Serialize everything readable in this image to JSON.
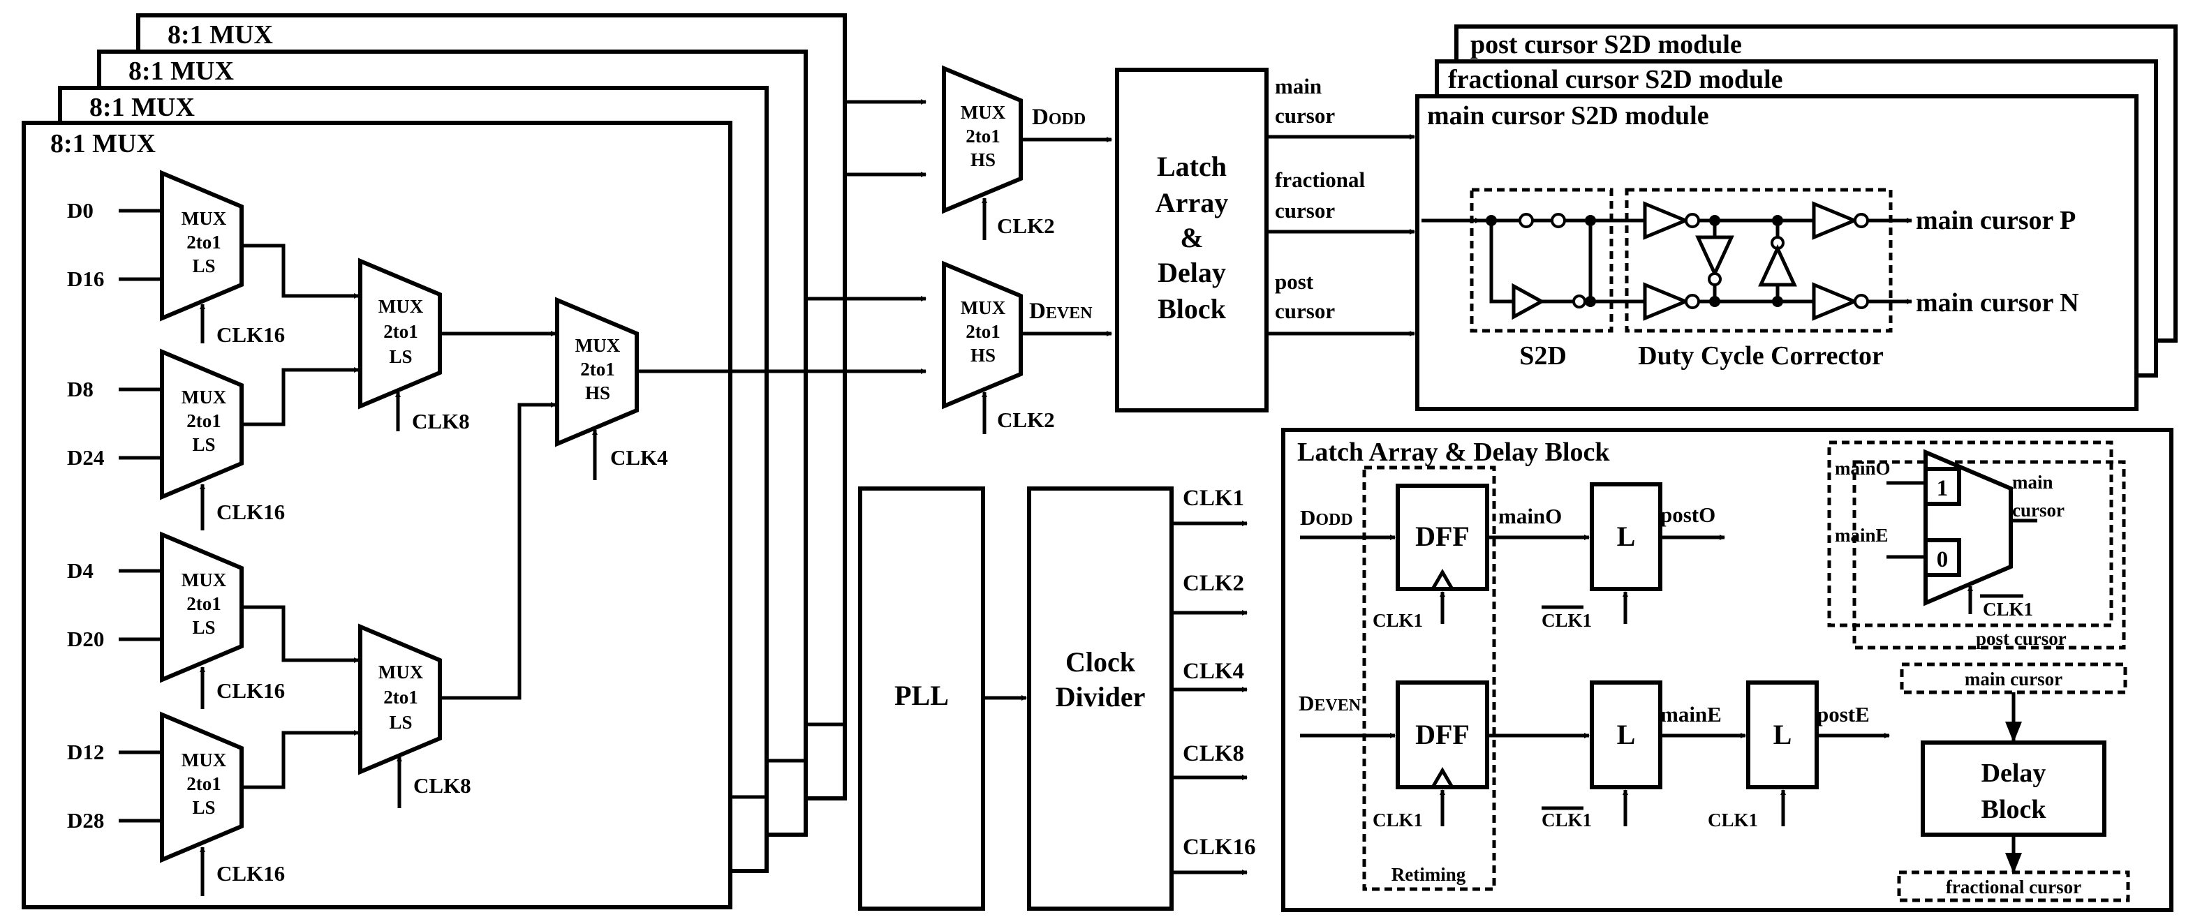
{
  "mux81": {
    "stack": [
      "8:1 MUX",
      "8:1 MUX",
      "8:1 MUX"
    ],
    "main": "8:1 MUX"
  },
  "mux_ls": {
    "l1": "MUX",
    "l2": "2to1",
    "l3": "LS"
  },
  "mux_hs": {
    "l1": "MUX",
    "l2": "2to1",
    "l3": "HS"
  },
  "inputs": [
    "D0",
    "D16",
    "D8",
    "D24",
    "D4",
    "D20",
    "D12",
    "D28"
  ],
  "clocks": {
    "clk1": "CLK1",
    "clk2": "CLK2",
    "clk4": "CLK4",
    "clk8": "CLK8",
    "clk16": "CLK16"
  },
  "outputs": {
    "d_odd_main": "D",
    "d_odd_sub": "ODD",
    "d_even_main": "D",
    "d_even_sub": "EVEN"
  },
  "latch_block": {
    "l1": "Latch",
    "l2": "Array",
    "l3": "&",
    "l4": "Delay",
    "l5": "Block"
  },
  "cursors": {
    "main_1": "main",
    "main_2": "cursor",
    "frac_1": "fractional",
    "frac_2": "cursor",
    "post_1": "post",
    "post_2": "cursor"
  },
  "s2d": {
    "back2": "post cursor S2D module",
    "back1": "fractional cursor S2D module",
    "front": "main cursor S2D module",
    "s2d_label": "S2D",
    "dcc_label": "Duty Cycle Corrector",
    "out_p": "main cursor P",
    "out_n": "main cursor N"
  },
  "pll": "PLL",
  "divider": {
    "l1": "Clock",
    "l2": "Divider",
    "outs": [
      "CLK1",
      "CLK2",
      "CLK4",
      "CLK8",
      "CLK16"
    ]
  },
  "detail": {
    "title": "Latch Array & Delay Block",
    "dff": "DFF",
    "latch": "L",
    "main_o": "mainO",
    "post_o": "postO",
    "main_e": "mainE",
    "post_e": "postE",
    "retiming": "Retiming",
    "sel_main_o": "mainO",
    "sel_main_e": "mainE",
    "sel_one": "1",
    "sel_zero": "0",
    "sel_out_1": "main",
    "sel_out_2": "cursor",
    "post_cursor": "post cursor",
    "main_cursor": "main cursor",
    "delay_1": "Delay",
    "delay_2": "Block",
    "frac_cursor": "fractional cursor"
  }
}
